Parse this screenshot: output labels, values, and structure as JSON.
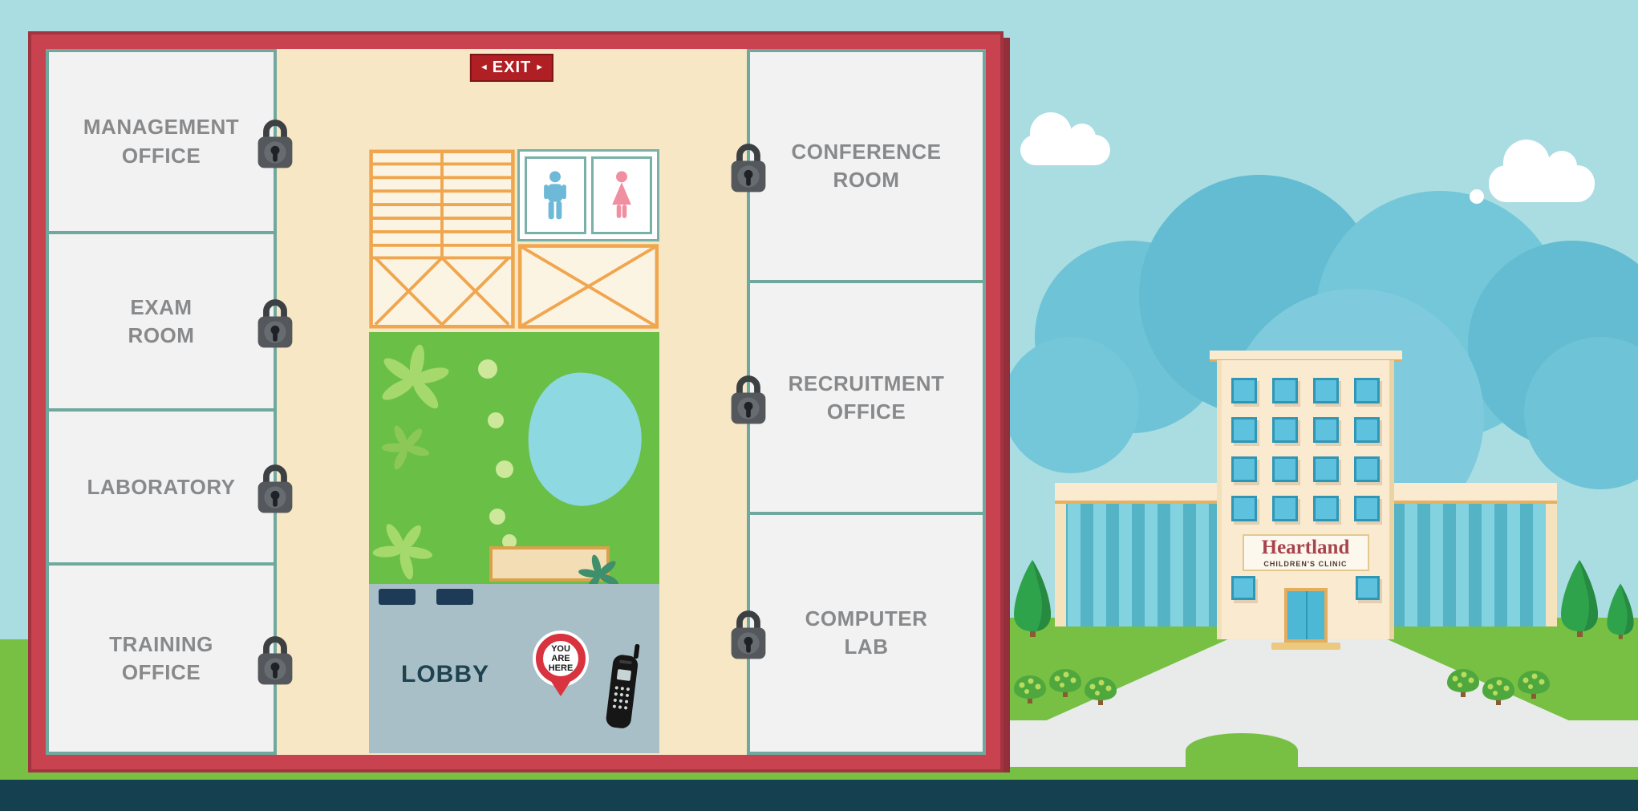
{
  "map": {
    "exit_sign": {
      "left_arrow": "◄",
      "label": "EXIT",
      "right_arrow": "►"
    },
    "left_rooms": [
      {
        "label": "MANAGEMENT\nOFFICE",
        "locked": true
      },
      {
        "label": "EXAM\nROOM",
        "locked": true
      },
      {
        "label": "LABORATORY",
        "locked": true
      },
      {
        "label": "TRAINING\nOFFICE",
        "locked": true
      }
    ],
    "right_rooms": [
      {
        "label": "CONFERENCE\nROOM",
        "locked": true
      },
      {
        "label": "RECRUITMENT\nOFFICE",
        "locked": true
      },
      {
        "label": "COMPUTER\nLAB",
        "locked": true
      }
    ],
    "lobby_label": "LOBBY",
    "you_are_here_label": "YOU\nARE\nHERE"
  },
  "building": {
    "name": "Heartland",
    "subtitle": "CHILDREN'S CLINIC"
  },
  "colors": {
    "frame_red": "#c8434f",
    "room_border_teal": "#6fa99e",
    "room_text_gray": "#87898b",
    "exit_red": "#b01f24",
    "stairs_orange": "#f0a64f",
    "male_blue": "#6fb9d8",
    "female_pink": "#f08fa0",
    "garden_green": "#6abf47",
    "pond_blue": "#8ed8e2",
    "lobby_gray": "#a9bfc7",
    "pin_red": "#d8333f",
    "sky_blue": "#a9dde2",
    "grass_green": "#77c043",
    "road_gray": "#e9eaea",
    "footer_teal": "#15404f",
    "building_cream": "#f9ead0",
    "trim_orange": "#e8b05f",
    "window_blue": "#5ec1dd",
    "sign_red": "#a8434e"
  }
}
